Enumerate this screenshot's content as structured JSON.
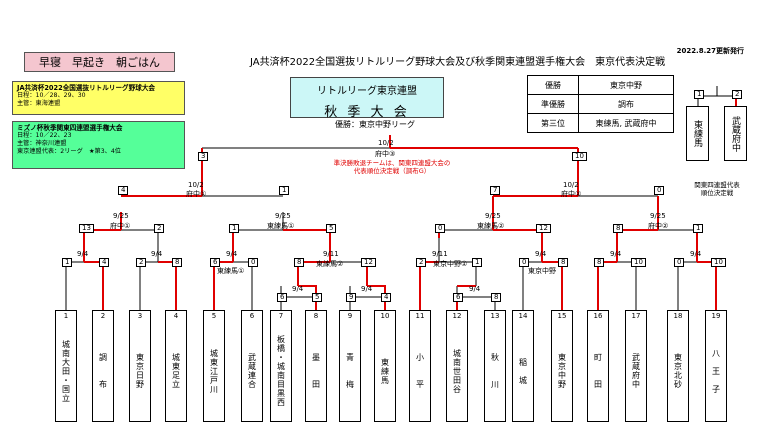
{
  "date": "2022.8.27更新発行",
  "header_title": "JA共済杯2022全国選抜リトルリーグ野球大会及び秋季関東連盟選手権大会　東京代表決定戦",
  "pink_label": "早寝　早起き　朝ごはん",
  "yellow": {
    "title": "JA共済杯2022全国選抜リトルリーグ野球大会",
    "lines": [
      "日程：10／28、29、30",
      "主管：東海連盟"
    ]
  },
  "green": {
    "title": "ミズノ杯秋季関東四連盟選手権大会",
    "lines": [
      "日程：10／22、23",
      "主管：神奈川連盟",
      "東京連盟代表：2リーグ　★第3、4位"
    ]
  },
  "title_box": {
    "line1": "リトルリーグ東京連盟",
    "line2": "秋 季 大 会"
  },
  "winner_label": "優勝：東京中野リーグ",
  "results": [
    {
      "k": "優勝",
      "v": "東京中野"
    },
    {
      "k": "準優勝",
      "v": "調布"
    },
    {
      "k": "第三位",
      "v": "東練馬, 武蔵府中"
    }
  ],
  "final": {
    "date": "10/2",
    "venue": "府中③",
    "left": "3",
    "right": "10"
  },
  "red_note": [
    "準決勝敗退チームは、関東四連盟大会の",
    "代表順位決定戦（調布G）"
  ],
  "side": {
    "left_score": "1",
    "right_score": "2",
    "teamA": "東練馬",
    "teamB": "武蔵府中",
    "caption": [
      "関東四連盟代表",
      "順位決定戦"
    ]
  },
  "semis": [
    {
      "date": "10/2",
      "venue": "府中①",
      "l": "4",
      "r": "1"
    },
    {
      "date": "10/2",
      "venue": "府中②",
      "l": "7",
      "r": "0"
    }
  ],
  "qf": [
    {
      "date": "9/25",
      "venue": "府中①",
      "l": "13",
      "r": "2"
    },
    {
      "date": "9/25",
      "venue": "東練馬①",
      "l": "1",
      "r": "5"
    },
    {
      "date": "9/25",
      "venue": "東練馬②",
      "l": "0",
      "r": "12"
    },
    {
      "date": "9/25",
      "venue": "府中②",
      "l": "8",
      "r": "1"
    }
  ],
  "r2": [
    {
      "date": "9/4",
      "l": "1",
      "r": "4"
    },
    {
      "date": "9/4",
      "l": "2",
      "r": "8"
    },
    {
      "date": "9/4",
      "l": "6",
      "r": "0",
      "venue": "東練馬①"
    },
    {
      "date": "9/11",
      "venue": "東練馬②",
      "l": "8",
      "r": "12"
    },
    {
      "date": "9/11",
      "venue": "東京中野①",
      "l": "2",
      "r": "1"
    },
    {
      "date": "9/4",
      "l": "0",
      "r": "8",
      "venue": "東京中野"
    },
    {
      "date": "9/4",
      "l": "8",
      "r": "10"
    },
    {
      "date": "9/4",
      "l": "0",
      "r": "10"
    }
  ],
  "r1": [
    {
      "date": "9/4",
      "l": "6",
      "r": "5"
    },
    {
      "date": "9/4",
      "l": "9",
      "r": "4"
    },
    {
      "date": "9/4",
      "l": "6",
      "r": "8"
    }
  ],
  "teams": [
    {
      "n": "1",
      "name": "城南大田・国立"
    },
    {
      "n": "2",
      "name": "調　　布"
    },
    {
      "n": "3",
      "name": "東京日野"
    },
    {
      "n": "4",
      "name": "城東足立"
    },
    {
      "n": "5",
      "name": "城東江戸川"
    },
    {
      "n": "6",
      "name": "武蔵連合"
    },
    {
      "n": "7",
      "name": "板橋・城南目黒西"
    },
    {
      "n": "8",
      "name": "墨　　田"
    },
    {
      "n": "9",
      "name": "青　　梅"
    },
    {
      "n": "10",
      "name": "東練馬"
    },
    {
      "n": "11",
      "name": "小　　平"
    },
    {
      "n": "12",
      "name": "城南世田谷"
    },
    {
      "n": "13",
      "name": "秋　　川"
    },
    {
      "n": "14",
      "name": "稲　城"
    },
    {
      "n": "15",
      "name": "東京中野"
    },
    {
      "n": "16",
      "name": "町　　田"
    },
    {
      "n": "17",
      "name": "武蔵府中"
    },
    {
      "n": "18",
      "name": "東京北砂"
    },
    {
      "n": "19",
      "name": "八　王　子"
    }
  ]
}
